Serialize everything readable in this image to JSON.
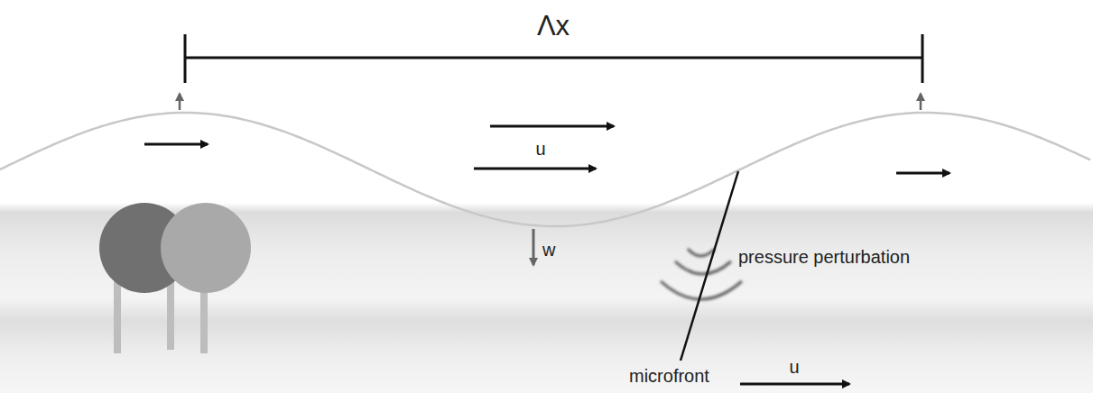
{
  "diagram": {
    "labels": [
      "Λx",
      "u",
      "w",
      "pressure perturbation",
      "microfront",
      "u"
    ]
  }
}
